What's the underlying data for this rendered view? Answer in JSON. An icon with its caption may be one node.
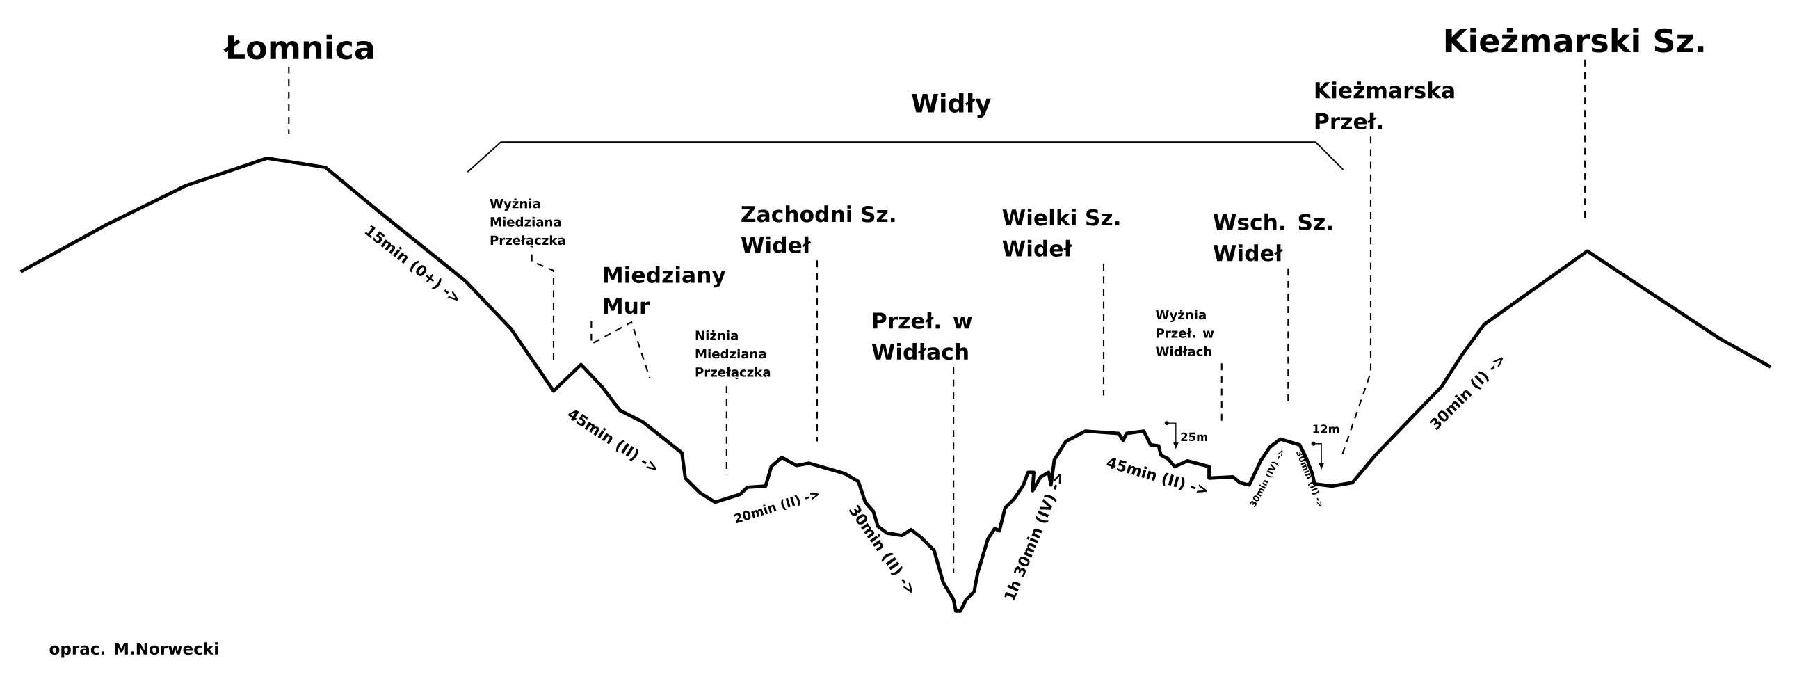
{
  "diagram": {
    "nodes": [
      {
        "text": [
          "Łomnica"
        ]
      },
      {
        "text": [
          "Wyżnia Miedziana Przełączka"
        ]
      },
      {
        "text": [
          "Miedziany Mur"
        ]
      },
      {
        "text": [
          "Niżnia Miedziana Przełączka"
        ]
      },
      {
        "text": [
          "Zachodni Sz. Wideł"
        ]
      },
      {
        "text": [
          "Przeł. w Widłach"
        ]
      },
      {
        "text": [
          "Wielki Sz. Wideł"
        ]
      },
      {
        "text": [
          "Wyżnia Przeł. w Widłach"
        ]
      },
      {
        "text": [
          "Wsch. Sz. Wideł"
        ]
      },
      {
        "text": [
          "Kieżmarska Przeł."
        ]
      },
      {
        "text": [
          "Kieżmarski Sz."
        ]
      }
    ],
    "edges": [
      {
        "from": 0,
        "to": null,
        "arrow": "none",
        "style": "dashed"
      },
      {
        "from": 1,
        "to": null,
        "arrow": "none",
        "style": "dashed"
      },
      {
        "from": 2,
        "to": null,
        "arrow": "none",
        "style": "dashed"
      },
      {
        "from": 3,
        "to": null,
        "arrow": "none",
        "style": "dashed"
      },
      {
        "from": 4,
        "to": null,
        "arrow": "none",
        "style": "dashed"
      },
      {
        "from": 5,
        "to": null,
        "arrow": "none",
        "style": "dashed"
      },
      {
        "from": 6,
        "to": null,
        "arrow": "none",
        "style": "dashed"
      },
      {
        "from": 7,
        "to": null,
        "arrow": "none",
        "style": "dashed"
      },
      {
        "from": 8,
        "to": null,
        "arrow": "none",
        "style": "dashed"
      },
      {
        "from": 9,
        "to": null,
        "arrow": "none",
        "style": "dashed"
      },
      {
        "from": 10,
        "to": null,
        "arrow": "none",
        "style": "dashed"
      }
    ],
    "labels": [
      "Widły",
      "15min (0+) ->",
      "45min (II) ->",
      "20min (II) ->",
      "30min (II) ->",
      "1h 30min (IV) ->",
      "45min (II) ->",
      "30min (IV) ->",
      "30min (II) ->",
      "30min (I) ->",
      "25m",
      "12m",
      "oprac. M.Norwecki"
    ]
  }
}
